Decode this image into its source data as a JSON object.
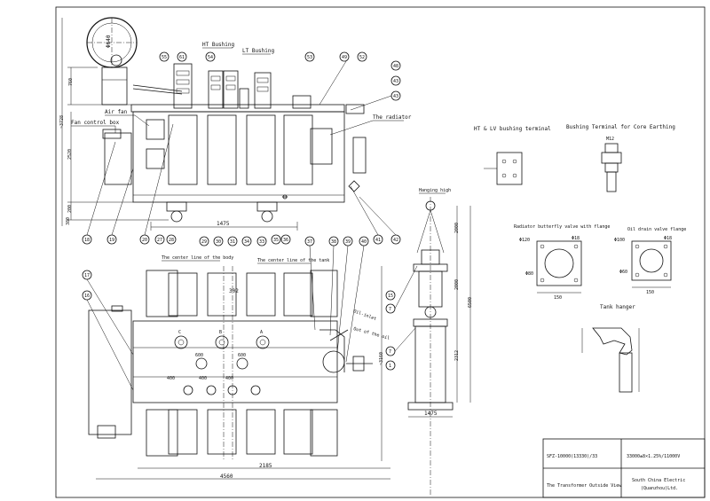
{
  "labels": {
    "ht_bushing": "HT Bushing",
    "lt_bushing": "LT Bushing",
    "air_fan": "Air fan",
    "fan_control_box": "Fan control box",
    "the_radiator": "The radiator",
    "hanging_high": "Hanging high",
    "center_line_body": "The center line of the body",
    "center_line_tank": "The center line of the tank",
    "oil_inlet": "Oil-inlet",
    "oil_outlet": "Out of the oil",
    "ht_lv_terminal": "HT & LV bushing terminal",
    "core_earthing": "Bushing Terminal for Core Earthing",
    "radiator_valve": "Radiator butterfly valve with flange",
    "oil_drain_valve": "Oil drain valve flange",
    "tank_hanger": "Tank hanger"
  },
  "dims": {
    "d_phi": "Φ640",
    "d_760": "760",
    "d_3728": "~3728",
    "d_2520": "2520",
    "d_200": "200",
    "d_380": "380",
    "d_1475_top": "1475",
    "d_2000": "2000",
    "d_2000b": "2000",
    "d_6500": "6500",
    "d_2312": "2312",
    "d_1475_side": "1475",
    "d_2185": "2185",
    "d_4560": "4560",
    "d_3160": "~3160",
    "d_302": "302",
    "d_600": "600",
    "d_m12": "M12",
    "d_150a": "150",
    "d_150b": "150",
    "d_120": "Φ120",
    "d_100": "Φ100",
    "d_18a": "Φ18",
    "d_18b": "Φ18",
    "d_80": "Φ80",
    "d_60": "Φ60"
  },
  "balloons": [
    "55",
    "61",
    "54",
    "53",
    "49",
    "52",
    "48",
    "43",
    "42",
    "41",
    "18",
    "19",
    "20",
    "27",
    "28",
    "35",
    "36",
    "29",
    "30",
    "31",
    "34",
    "33",
    "37",
    "38",
    "39",
    "40",
    "17",
    "16",
    "15",
    "7",
    "1"
  ],
  "title_block": {
    "model": "SFZ-10000(13330)/33",
    "rating": "33000±8×1.25%/11000V",
    "title": "The Transformer Outside View",
    "company_line1": "South China Electric",
    "company_line2": "(Quanzhou)Ltd."
  }
}
